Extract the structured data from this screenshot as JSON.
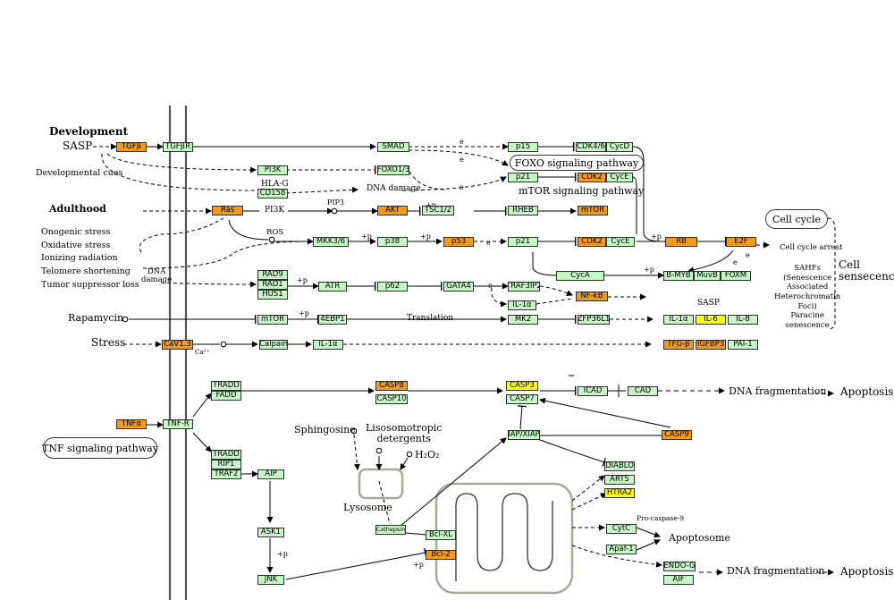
{
  "labels": {
    "development": "Development",
    "sasp_in": "SASP",
    "dev_cues": "Developmental cues",
    "hla_g": "HLA-G",
    "dna_damage_top": "DNA damage",
    "adulthood": "Adulthood",
    "pip3": "PIP3",
    "pi3k_text": "PI3K",
    "ros": "ROS",
    "oncogenic": "Onogenic stress",
    "oxidative": "Oxidative stress",
    "ionizing": "Ionizing radiation",
    "telomere": "Telomere shortening",
    "tumor_sup": "Tumor suppressor loss",
    "dna_damage_mid": "DNA\ndamage",
    "rapamycin": "Rapamycin",
    "translation": "Translation",
    "stress": "Stress",
    "ca": "Ca²⁺",
    "sasp_head": "SASP",
    "cell_cycle_arrest": "Cell cycle arrest",
    "sahfs": "SAHFs\n(Senescence\nAssociated\nHeterochromatin\nFoci)\nParacine\nsenescence",
    "cell_senescence": "Cell\nsensecence",
    "dna_frag1": "DNA fragmentation",
    "apoptosis1": "Apoptosis",
    "sphingosine": "Sphingosine",
    "lisosomo": "Lisosomotropic\ndetergents",
    "h2o2": "H₂O₂",
    "lysosome": "Lysosome",
    "pro_casp9": "Pro-caspase-9",
    "apoptosome": "Apoptosome",
    "dna_frag2": "DNA  fragmentation",
    "apoptosis2": "Apoptosis",
    "plus_p": "+p",
    "minus_e": "e",
    "mtor_pathway": "mTOR signaling pathway"
  },
  "pathways": {
    "foxo": "FOXO signaling  pathway",
    "cell_cycle": "Cell cycle",
    "tnf": "TNF signaling pathway"
  },
  "nodes": {
    "tgfb": "TGFβ",
    "tgfbr": "TGFβR",
    "smad": "SMAD",
    "p15": "p15",
    "cdk46": "CDK4/6",
    "cycd": "CycD",
    "pi3k": "PI3K",
    "foxo13": "FOXO1/3",
    "cd158": "CD158",
    "p21a": "p21",
    "cdk2a": "CDK2",
    "cyce_a": "CycE",
    "ras": "Ras",
    "akt": "AKT",
    "tsc12": "TSC1/2",
    "rheb": "RHEB",
    "mtor_a": "mTOR",
    "mkk36": "MKK3/6",
    "p38": "p38",
    "p53": "p53",
    "p21b": "p21",
    "cdk2b": "CDK2",
    "cyce_b": "CycE",
    "rb": "RB",
    "e2f": "E2F",
    "rad9": "RAD9",
    "rad1": "RAD1",
    "hus1": "HUS1",
    "atr": "ATR",
    "p62": "p62",
    "gata4": "GATA4",
    "traf3ip2": "TRAF3IP2",
    "nfkb": "NF-kB",
    "il1a_a": "IL-1α",
    "cyca": "CycA",
    "bmyb": "B-MYB",
    "muvb": "MuvB",
    "foxm": "FOXM",
    "mtor_b": "mTOR",
    "4ebp1": "4EBP1",
    "mk2": "MK2",
    "zfp36l1": "ZFP36L1",
    "il1a_b": "IL-1α",
    "il6": "IL-6",
    "il8": "IL-8",
    "cav13": "CaV1.3",
    "calpain": "Calpain",
    "il1a_c": "IL-1α",
    "tgfb2": "TFG-β",
    "igfbp3": "IGFBP3",
    "pai1": "PAI-1",
    "tradd_a": "TRADD",
    "fadd": "FADD",
    "casp8": "CASP8",
    "casp10": "CASP10",
    "casp3": "CASP3",
    "casp7": "CASP7",
    "icad": "ICAD",
    "cad": "CAD",
    "tnfa": "TNFα",
    "tnfr": "TNF-R",
    "apxiap": "IAP/XIAP",
    "casp9": "CASP9",
    "tradd_b": "TRADD",
    "rip1": "RIP1",
    "traf2": "TRAF2",
    "aip": "AIP",
    "ask1": "ASK1",
    "jnk": "JNK",
    "diablo": "DIABLO",
    "arts": "ARTS",
    "htra2": "HTRA2",
    "cathepsin": "Cathepsin",
    "bclxl": "Bcl-XL",
    "bcl2": "Bcl-2",
    "cytc": "CytC",
    "apaf1": "Apaf-1",
    "endog": "ENDO-G",
    "aif": "AIF"
  },
  "colors": {
    "green": "#c6f5c6",
    "orange": "#f29a1c",
    "yellow": "#ffff00",
    "membrane": "#555555",
    "mitochondrion": "#a8a89a"
  }
}
